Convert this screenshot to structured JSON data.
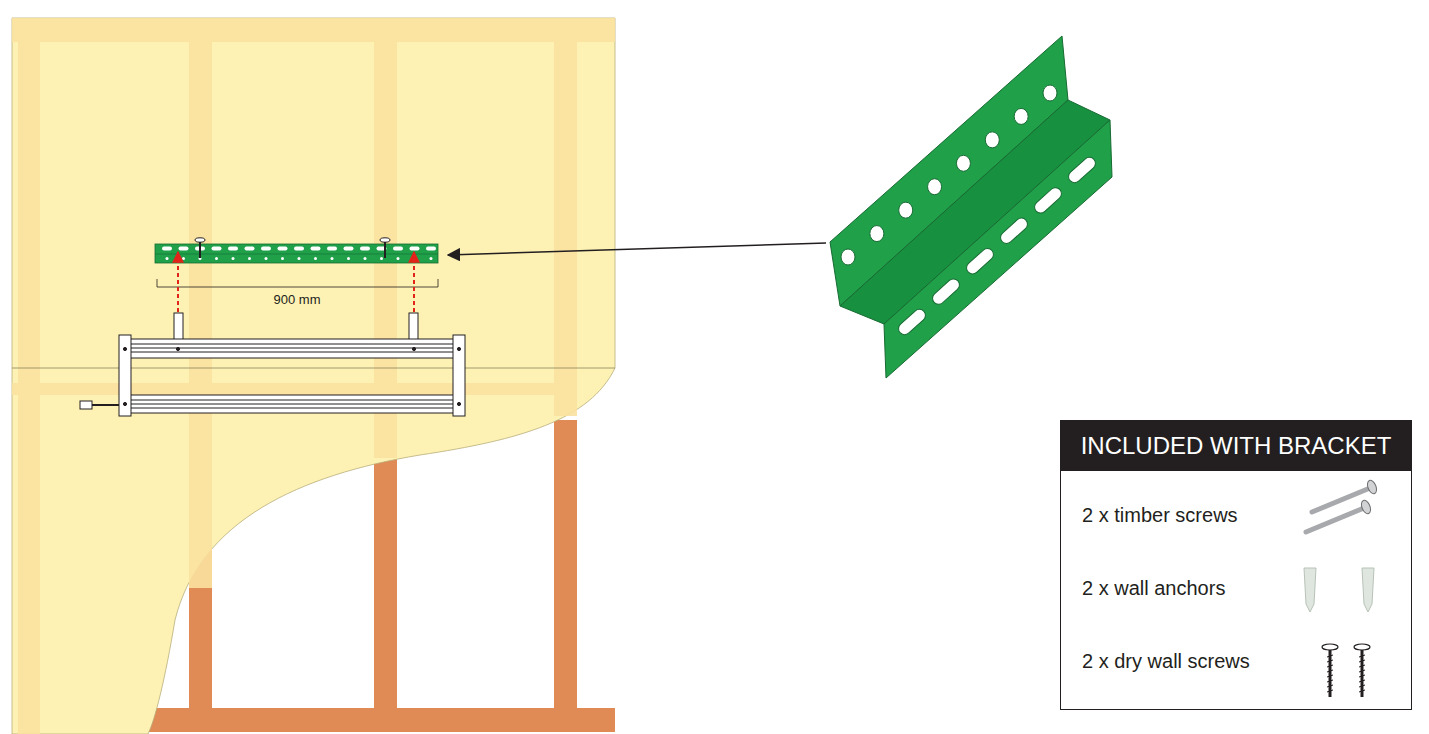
{
  "diagram": {
    "nodes": [
      {
        "text": [
          "INCLUDED WITH BRACKET"
        ]
      }
    ],
    "labels": [
      "900 mm",
      "2 x timber screws",
      "2 x wall anchors",
      "2 x dry wall screws"
    ]
  }
}
